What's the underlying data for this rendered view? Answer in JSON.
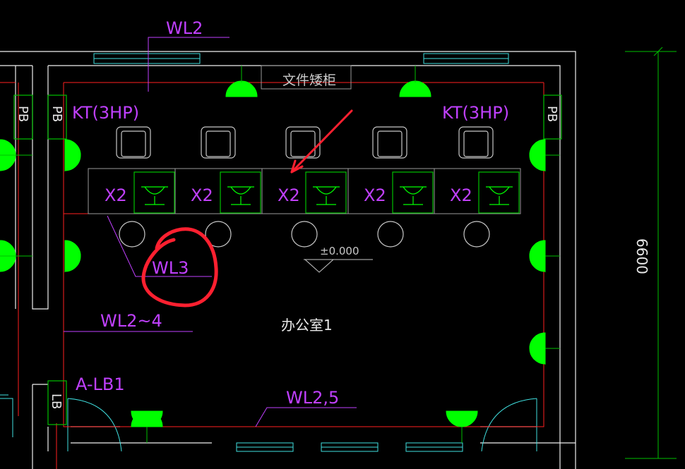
{
  "labels": {
    "wl2_top": "WL2",
    "cabinet": "文件矮柜",
    "kt_left": "KT(3HP)",
    "kt_right": "KT(3HP)",
    "pb_left_outer": "PB",
    "pb_left_inner": "PB",
    "pb_right": "PB",
    "x2_1": "X2",
    "x2_2": "X2",
    "x2_3": "X2",
    "x2_4": "X2",
    "x2_5": "X2",
    "wl3": "WL3",
    "elevation": "±0.000",
    "wl2_4": "WL2~4",
    "room": "办公室1",
    "alb1": "A-LB1",
    "lb": "LB",
    "wl2_5": "WL2,5",
    "dimension": "6600"
  },
  "colors": {
    "wall": "#ffffff",
    "wire": "#ff2020",
    "annotation": "#c040ff",
    "fixture": "#00ff00",
    "outline_green": "#00c000",
    "window": "#40e0e0",
    "dimension_line": "#00c000",
    "markup": "#ff2030"
  }
}
